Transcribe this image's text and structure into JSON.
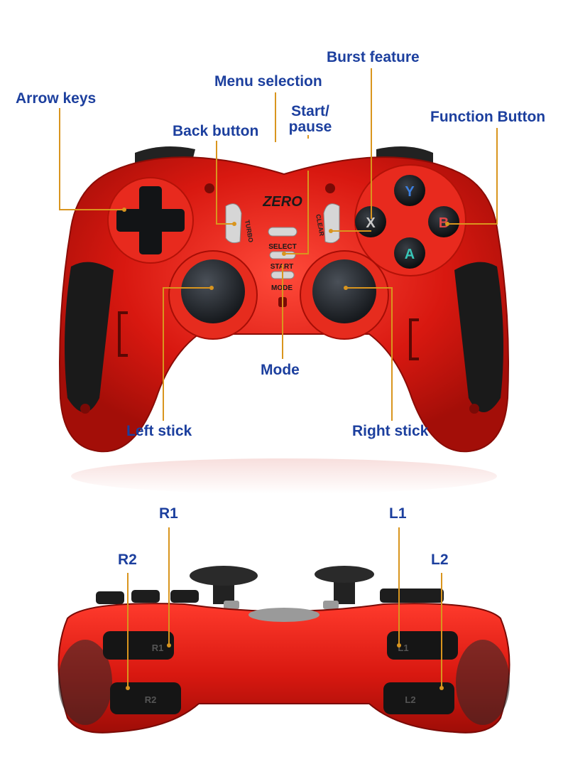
{
  "callouts": {
    "arrow_keys": "Arrow keys",
    "menu_selection": "Menu selection",
    "burst_feature": "Burst feature",
    "start_pause_line1": "Start/",
    "start_pause_line2": "pause",
    "back_button": "Back button",
    "function_button": "Function Button",
    "mode": "Mode",
    "left_stick": "Left stick",
    "right_stick": "Right stick",
    "r1": "R1",
    "r2": "R2",
    "l1": "L1",
    "l2": "L2"
  },
  "controller_front": {
    "brand_logo": "ZERO",
    "turbo_label": "TURBO",
    "clear_label": "CLEAR",
    "select_label": "SELECT",
    "start_label": "START",
    "mode_label": "MODE",
    "face_buttons": {
      "top": "Y",
      "left": "X",
      "right": "B",
      "bottom": "A"
    }
  },
  "controller_back": {
    "r1_label": "R1",
    "r2_label": "R2",
    "l1_label": "L1",
    "l2_label": "L2"
  },
  "colors": {
    "label_blue": "#1c3f9e",
    "leader_orange": "#d9951e",
    "body_red": "#d81810",
    "grip_black": "#1a1a1a"
  }
}
